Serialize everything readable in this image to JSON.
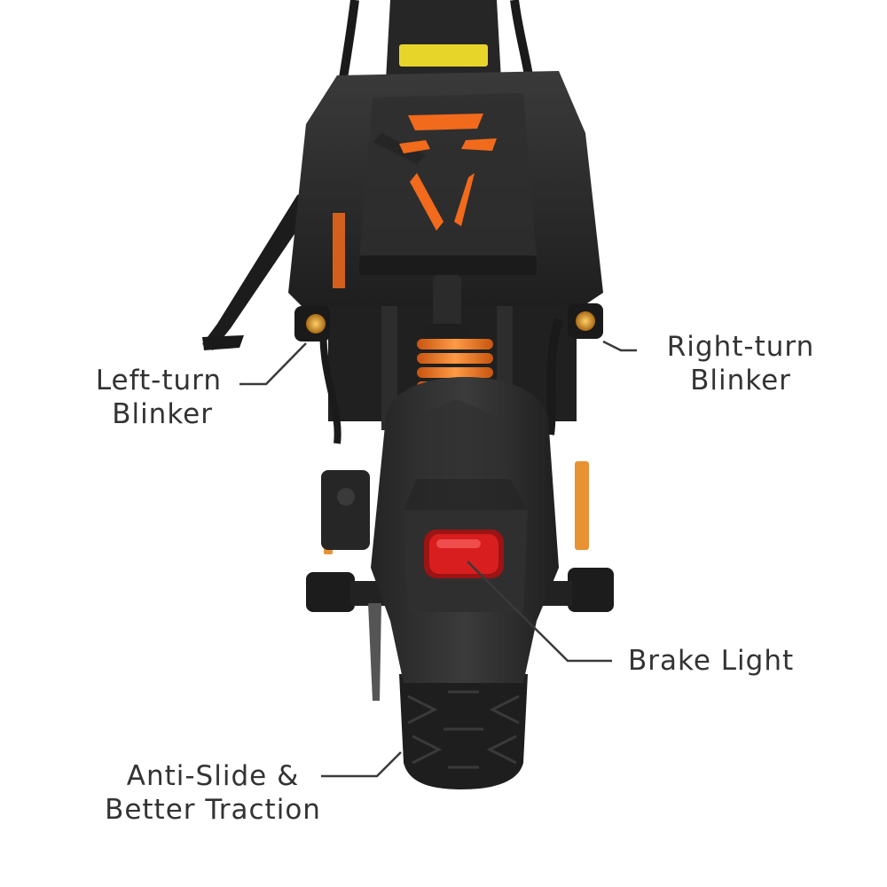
{
  "image": {
    "subject": "electric-scooter-rear-view",
    "colors": {
      "background": "#ffffff",
      "body": "#2a2a2a",
      "accent_orange": "#f26a1b",
      "brake_light": "#d81e1e",
      "spring": "#f07a22",
      "callout_line": "#3a3a3a",
      "label_text": "#333333"
    }
  },
  "callouts": {
    "left_turn": {
      "line1": "Left-turn",
      "line2": "Blinker"
    },
    "right_turn": {
      "line1": "Right-turn",
      "line2": "Blinker"
    },
    "brake_light": {
      "text": "Brake Light"
    },
    "traction": {
      "line1": "Anti-Slide &",
      "line2": "Better Traction"
    }
  }
}
